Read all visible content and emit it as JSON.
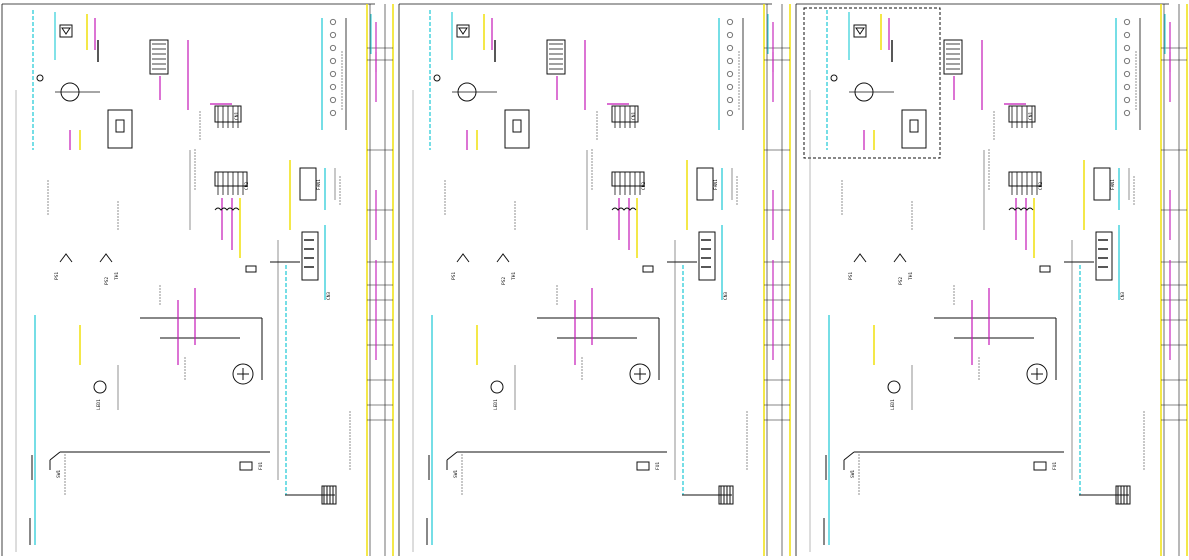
{
  "window": {
    "title": ""
  },
  "sheets": [
    {
      "id": "sheet-1",
      "refdes": [
        "PS1",
        "PS2",
        "CN1",
        "CN2",
        "FAN1",
        "CN3",
        "TH1",
        "FU1",
        "LED1",
        "SW1"
      ],
      "has_dashed_box": false
    },
    {
      "id": "sheet-2",
      "refdes": [
        "PS1",
        "PS2",
        "CN1",
        "CN2",
        "FAN1",
        "CN3",
        "TH1",
        "FU1",
        "LED1",
        "SW1"
      ],
      "has_dashed_box": false
    },
    {
      "id": "sheet-3",
      "refdes": [
        "PS1",
        "PS2",
        "CN1",
        "CN2",
        "FAN1",
        "CN3",
        "TH1",
        "FU1",
        "LED1",
        "SW1"
      ],
      "has_dashed_box": true
    }
  ],
  "colors": {
    "cyan": "#1cc9d6",
    "magenta": "#c418b8",
    "yellow": "#f2e21c",
    "black": "#111111",
    "gray": "#777777",
    "background": "#ffffff"
  }
}
